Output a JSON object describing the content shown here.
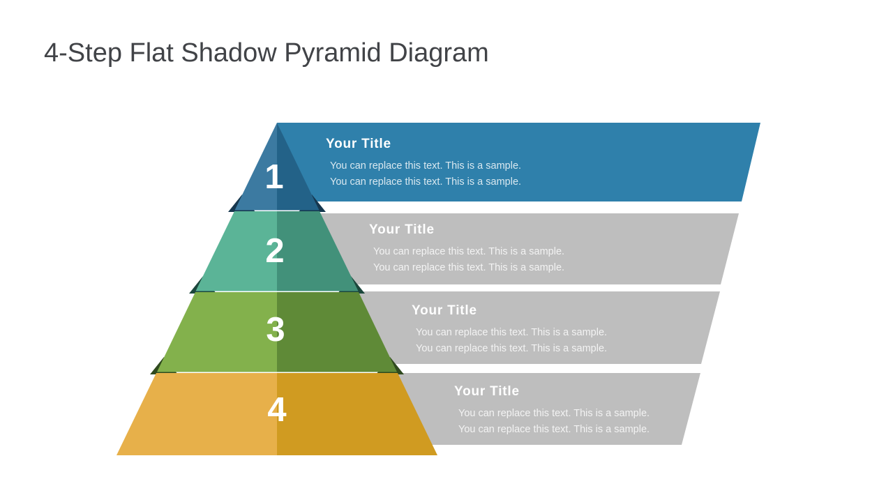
{
  "slide": {
    "title": "4-Step Flat Shadow Pyramid Diagram"
  },
  "steps": [
    {
      "number": "1",
      "title": "Your Title",
      "description_line1": "You can replace this text. This is a sample.",
      "description_line2": "You can replace this text. This is a sample."
    },
    {
      "number": "2",
      "title": "Your Title",
      "description_line1": "You can replace this text. This is a sample.",
      "description_line2": "You can replace this text. This is a sample."
    },
    {
      "number": "3",
      "title": "Your Title",
      "description_line1": "You can replace this text. This is a sample.",
      "description_line2": "You can replace this text. This is a sample."
    },
    {
      "number": "4",
      "title": "Your Title",
      "description_line1": "You can replace this text. This is a sample.",
      "description_line2": "You can replace this text. This is a sample."
    }
  ],
  "colors": {
    "step1_banner": "#2f80ab",
    "step1_light": "#3c7aa1",
    "step1_dark": "#236288",
    "step1_flap": "#16374e",
    "step2_light": "#5bb497",
    "step2_dark": "#42917a",
    "step2_flap": "#1c473c",
    "step3_light": "#83b14c",
    "step3_dark": "#5f8a37",
    "step3_flap": "#2f4a1e",
    "step4_light": "#e7b04a",
    "step4_dark": "#d09b21",
    "banner_gray": "#bebebe",
    "title_text": "#414347",
    "background": "#ffffff"
  }
}
